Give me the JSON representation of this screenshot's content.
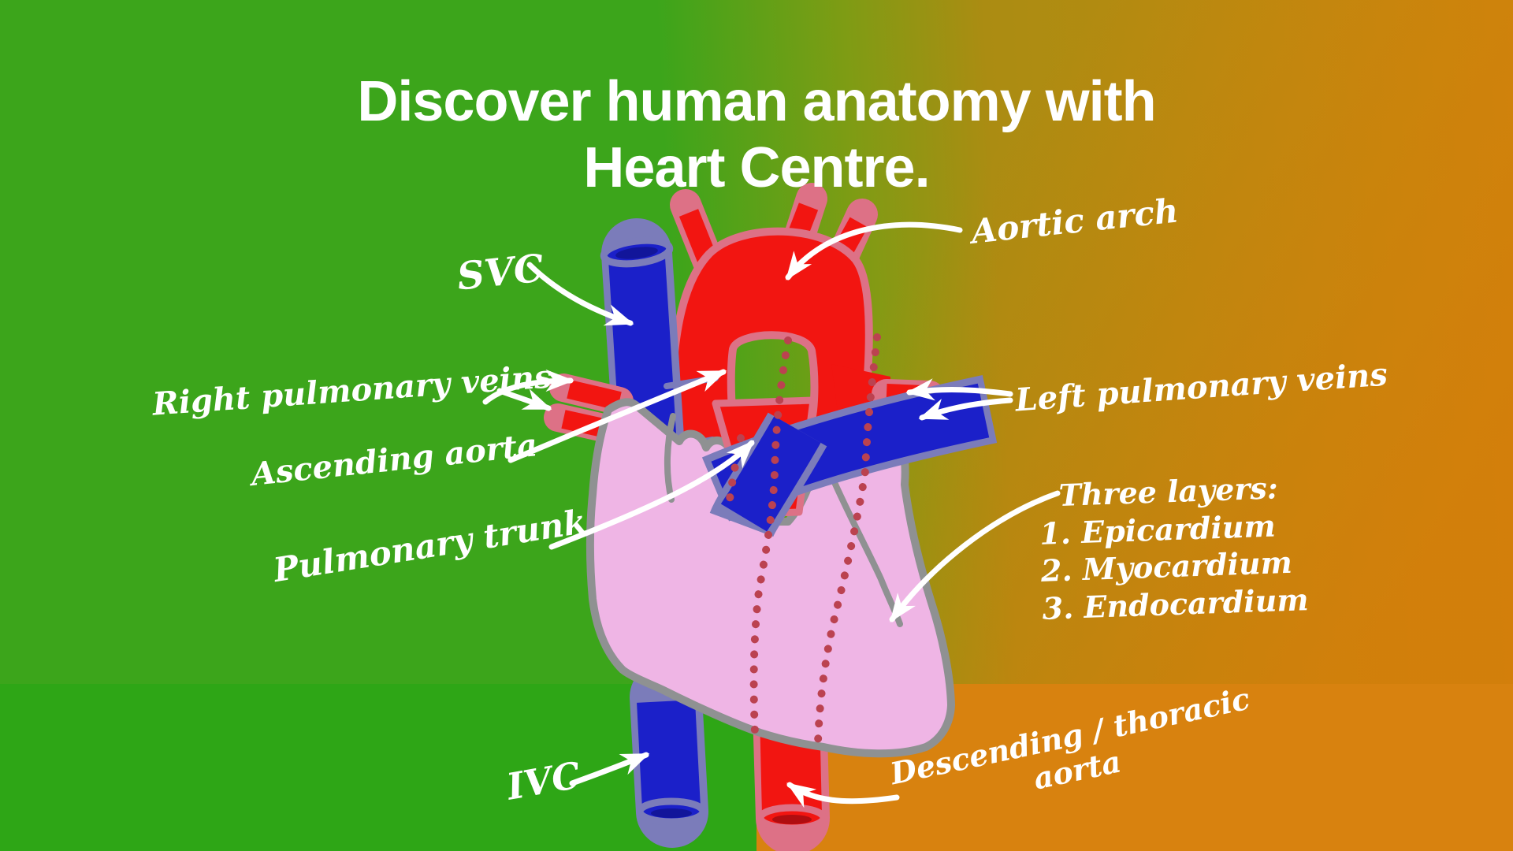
{
  "title": {
    "line1": "Discover human anatomy with",
    "line2": "Heart Centre."
  },
  "labels": {
    "svc": "SVC",
    "aortic_arch": "Aortic arch",
    "right_pulmonary_veins": "Right pulmonary veins",
    "ascending_aorta": "Ascending aorta",
    "pulmonary_trunk": "Pulmonary trunk",
    "ivc": "IVC",
    "left_pulmonary_veins": "Left pulmonary veins",
    "three_layers": {
      "heading": "Three layers:",
      "items": [
        "1. Epicardium",
        "2. Myocardium",
        "3. Endocardium"
      ]
    },
    "descending": {
      "line1": "Descending / thoracic",
      "line2": "aorta"
    }
  },
  "colors": {
    "background_green": "#3CA51B",
    "background_mustard": "#AB8C12",
    "background_orange": "#D8820F",
    "heart_pink": "#EFB5E5",
    "heart_outline_gray": "#8F9192",
    "vessel_red": "#F21511",
    "vessel_red_outline": "#DD7186",
    "vessel_blue": "#1B20C9",
    "vessel_blue_outline": "#7B7CBA",
    "dotted_vessel_red": "#BB4250",
    "text_white": "#FFFFFF"
  }
}
